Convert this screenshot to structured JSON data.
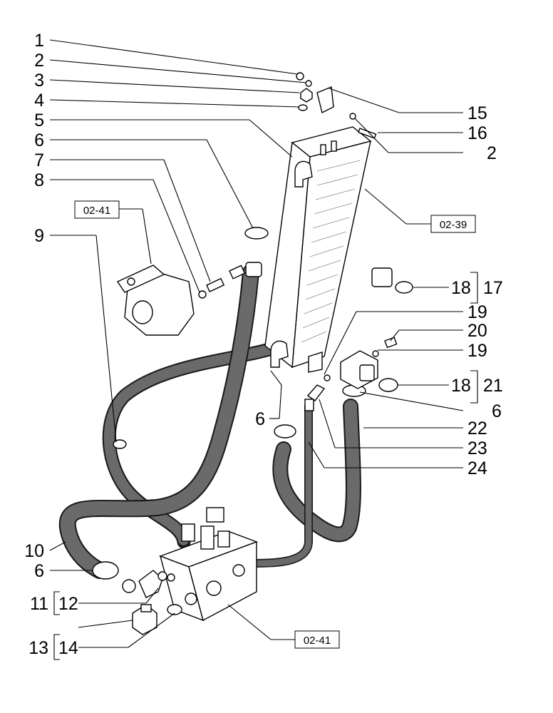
{
  "labels_left": [
    "1",
    "2",
    "3",
    "4",
    "5",
    "6",
    "7",
    "8",
    "9",
    "10",
    "6",
    "11",
    "12",
    "13",
    "14",
    "6"
  ],
  "labels_right": [
    "15",
    "16",
    "2",
    "18",
    "17",
    "19",
    "20",
    "19",
    "18",
    "21",
    "6",
    "22",
    "23",
    "24"
  ],
  "refs": {
    "pump": "02-41",
    "cooler": "02-39",
    "valve_block": "02-41"
  }
}
